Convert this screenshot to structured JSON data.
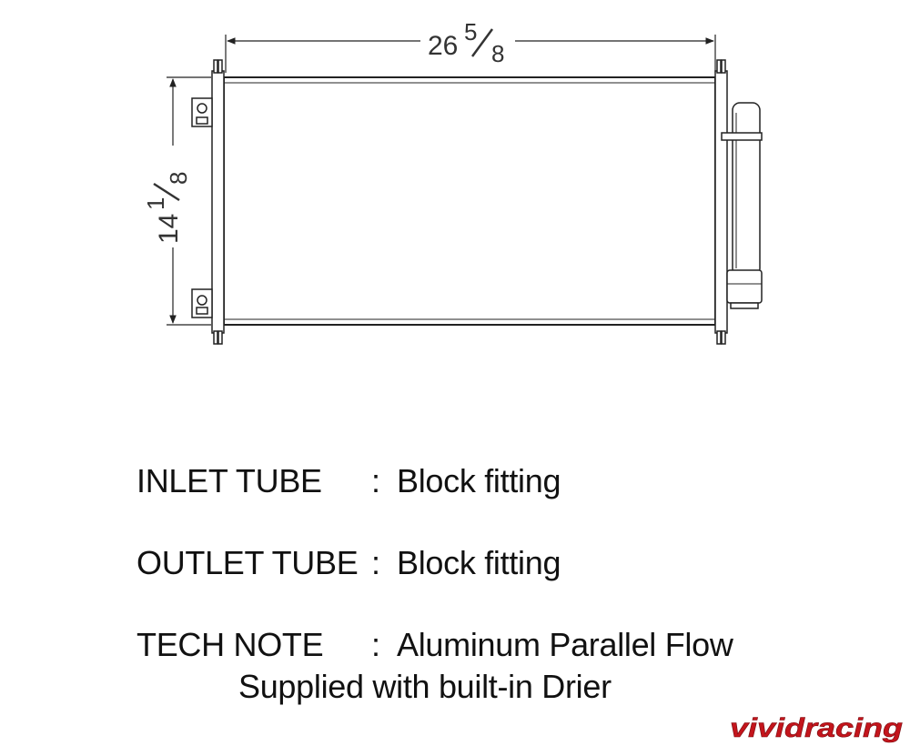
{
  "dimensions": {
    "width": {
      "whole": "26",
      "numerator": "5",
      "denominator": "8"
    },
    "height": {
      "whole": "14",
      "numerator": "1",
      "denominator": "8"
    }
  },
  "specs": [
    {
      "label": "INLET TUBE",
      "separator": ":",
      "value": "Block fitting"
    },
    {
      "label": "OUTLET TUBE",
      "separator": ":",
      "value": "Block fitting"
    },
    {
      "label": "TECH NOTE",
      "separator": ":",
      "value": "Aluminum Parallel Flow"
    }
  ],
  "note_line2": "Supplied with built-in Drier",
  "watermark": {
    "text": "vividracing",
    "color": "#c4151c"
  },
  "colors": {
    "line": "#222222",
    "text": "#111111"
  }
}
